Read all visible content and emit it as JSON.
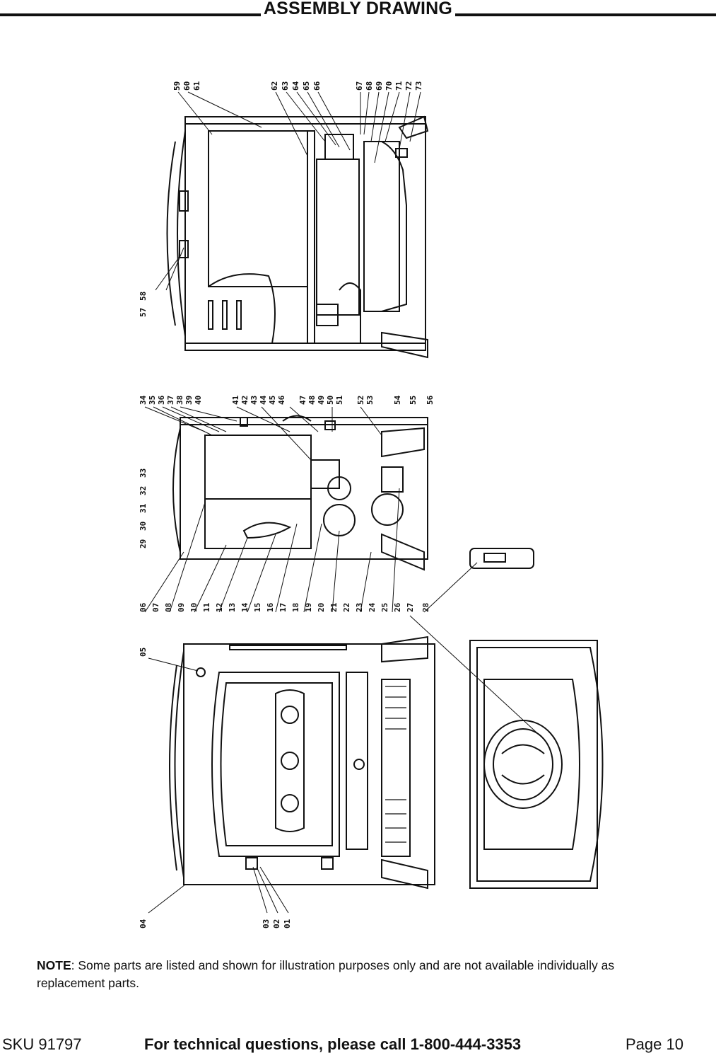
{
  "header": {
    "title": "ASSEMBLY DRAWING"
  },
  "drawing": {
    "top_view_labels": [
      "59",
      "60",
      "61",
      "62",
      "63",
      "64",
      "65",
      "66",
      "67",
      "68",
      "69",
      "70",
      "71",
      "72",
      "73"
    ],
    "top_left_labels": [
      "57",
      "58"
    ],
    "middle_top_labels": [
      "34",
      "35",
      "36",
      "37",
      "38",
      "39",
      "40",
      "41",
      "42",
      "43",
      "44",
      "45",
      "46",
      "47",
      "48",
      "49",
      "50",
      "51",
      "52",
      "53",
      "54",
      "55",
      "56"
    ],
    "middle_left_labels": [
      "29",
      "30",
      "31",
      "32",
      "33"
    ],
    "middle_bottom_labels": [
      "06",
      "07",
      "08",
      "09",
      "10",
      "11",
      "12",
      "13",
      "14",
      "15",
      "16",
      "17",
      "18",
      "19",
      "20",
      "21",
      "22",
      "23",
      "24",
      "25",
      "26",
      "27",
      "28"
    ],
    "front_labels": [
      "05",
      "04",
      "03",
      "02",
      "01"
    ]
  },
  "note": {
    "label": "NOTE",
    "text": ": Some parts are listed and shown for illustration purposes only and are not available individually as replacement parts."
  },
  "footer": {
    "sku": "SKU 91797",
    "tech": "For technical questions, please call 1-800-444-3353",
    "page": "Page 10"
  }
}
